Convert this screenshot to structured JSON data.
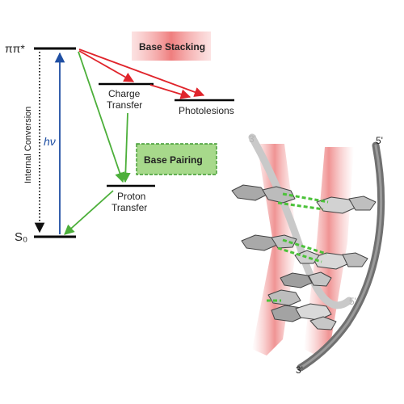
{
  "levels": {
    "excited": "ππ*",
    "ground": "S₀",
    "charge_transfer": [
      "Charge",
      "Transfer"
    ],
    "photolesions": "Photolesions",
    "proton_transfer": [
      "Proton",
      "Transfer"
    ]
  },
  "labels": {
    "internal_conversion": "Internal Conversion",
    "excitation": "hν",
    "base_stacking": "Base Stacking",
    "base_pairing": "Base Pairing"
  },
  "strand_ends": {
    "left_top": "3'",
    "right_top": "5'",
    "left_bottom": "5'",
    "right_bottom": "3'"
  },
  "colors": {
    "excitation_arrow": "#1f4fa3",
    "stacking_arrows": "#e0242b",
    "pairing_arrows": "#4caf3a",
    "stacking_box": "#f08a8a",
    "pairing_box": "#a7d98b",
    "hbond": "#4cc23a"
  }
}
